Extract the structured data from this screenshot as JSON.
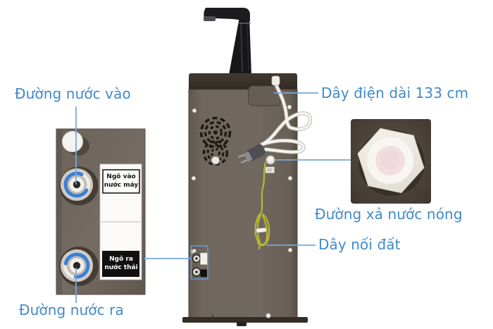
{
  "title": "Water purifier rear view annotated diagram",
  "colors": {
    "callout_text": "#4289cb",
    "callout_line": "#78a7d8",
    "panel": "#6e665c",
    "top_cap": "#38312a",
    "ground_wire": "#b4b832",
    "clip_blue": "#3c7fd3",
    "inset_dark_bg": "#4a4238",
    "background": "#ffffff"
  },
  "callouts": {
    "water_inlet": {
      "label": "Đường nước vào"
    },
    "power_cord": {
      "label": "Dây điện dài 133 cm"
    },
    "hot_water_drain": {
      "label": "Đường xả nước nóng"
    },
    "ground_wire": {
      "label": "Dây nối đất"
    },
    "water_outlet": {
      "label": "Đường nước ra"
    }
  },
  "inset_labels": {
    "inlet_sticker": "Ngõ vào\nnước máy",
    "outlet_sticker": "Ngõ ra\nnước thải"
  }
}
